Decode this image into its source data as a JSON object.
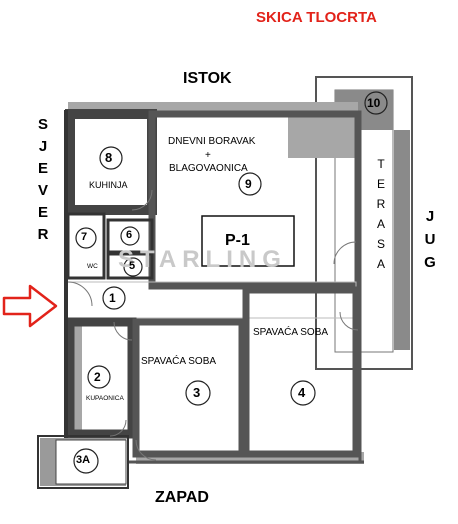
{
  "title": "SKICA TLOCRTA",
  "compass": {
    "east": "ISTOK",
    "west": "ZAPAD",
    "north": "SJEVER",
    "south": "JUG"
  },
  "floor_label": "P-1",
  "watermark": "STARLING",
  "rooms": {
    "r1": {
      "number": "1"
    },
    "r2": {
      "number": "2",
      "name": "KUPAONICA"
    },
    "r3": {
      "number": "3",
      "name": "SPAVAĆA SOBA"
    },
    "r3a": {
      "number": "3A"
    },
    "r4": {
      "number": "4",
      "name": "SPAVAĆA SOBA"
    },
    "r5": {
      "number": "5"
    },
    "r6": {
      "number": "6"
    },
    "r7": {
      "number": "7",
      "name": "WC"
    },
    "r8": {
      "number": "8",
      "name": "KUHINJA"
    },
    "r9": {
      "number": "9",
      "name_line1": "DNEVNI BORAVAK",
      "name_line2": "+",
      "name_line3": "BLAGOVAONICA"
    },
    "r10": {
      "number": "10",
      "name": "TERASA"
    }
  },
  "colors": {
    "title": "#e2231a",
    "arrow": "#e2231a",
    "wall": "#6e6e6e",
    "wall_dark": "#3a3a3a"
  }
}
